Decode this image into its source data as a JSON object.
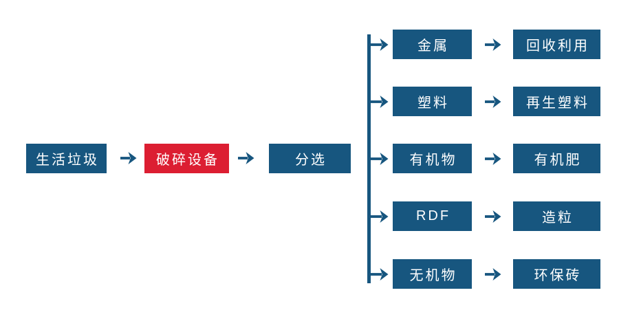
{
  "colors": {
    "blue": "#17567F",
    "red": "#DC1E32",
    "text": "#FFFFFF",
    "background": "#FFFFFF"
  },
  "flow": {
    "source": {
      "label": "生活垃圾"
    },
    "process": {
      "label": "破碎设备"
    },
    "sorter": {
      "label": "分选"
    },
    "branches": [
      {
        "material": "金属",
        "result": "回收利用"
      },
      {
        "material": "塑料",
        "result": "再生塑料"
      },
      {
        "material": "有机物",
        "result": "有机肥"
      },
      {
        "material": "RDF",
        "result": "造粒"
      },
      {
        "material": "无机物",
        "result": "环保砖"
      }
    ]
  }
}
